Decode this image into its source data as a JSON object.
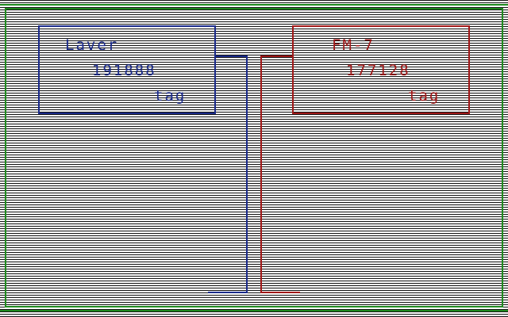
{
  "colors": {
    "frame": "#1f8a1f",
    "left_player": "#1a2a8a",
    "right_player": "#a01818",
    "scanline": "#111111",
    "background": "#ffffff"
  },
  "left_panel": {
    "name": "Laver",
    "score": "191888",
    "label": "tag"
  },
  "right_panel": {
    "name": "FM-7",
    "score": "177128",
    "label": "tag"
  }
}
